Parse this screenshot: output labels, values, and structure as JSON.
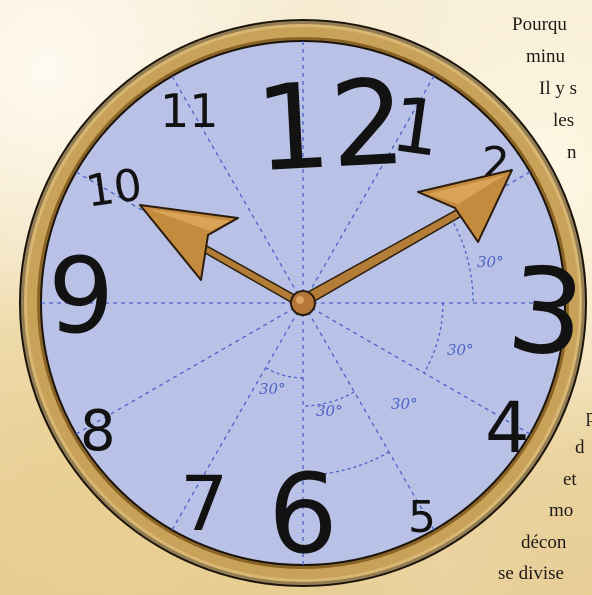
{
  "caption": {
    "lines": [
      "Pourqu",
      "minu",
      "Il y s",
      "les",
      "n",
      "p",
      "d",
      "et",
      "mo",
      "décon",
      "se divise"
    ]
  },
  "clock": {
    "numerals": [
      "12",
      "1",
      "2",
      "3",
      "4",
      "5",
      "6",
      "7",
      "8",
      "9",
      "10",
      "11"
    ],
    "angle_label": "30°",
    "colors": {
      "face": "#b9c2e6",
      "rim": "#c9a25a",
      "rim_dark": "#8a6326",
      "hands": "#c48a3e",
      "dash": "#4b62c6",
      "ink": "#121212"
    }
  }
}
